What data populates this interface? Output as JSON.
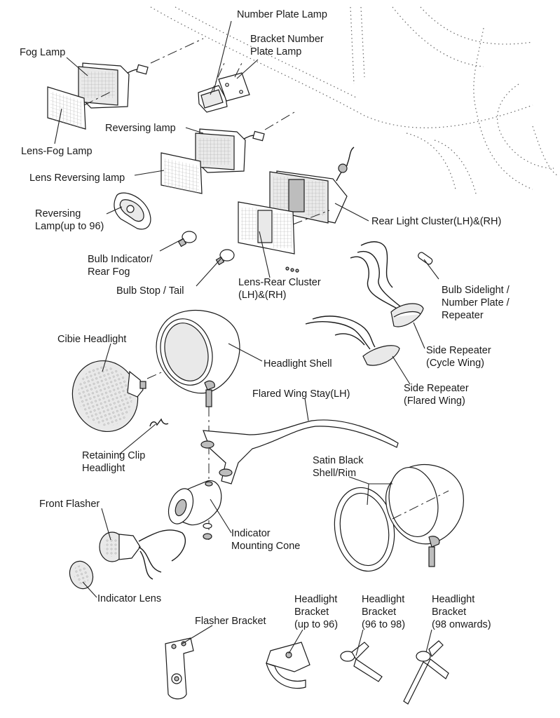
{
  "labels": {
    "number_plate_lamp": "Number Plate Lamp",
    "bracket_number_plate_lamp": "Bracket Number\nPlate Lamp",
    "fog_lamp": "Fog Lamp",
    "reversing_lamp": "Reversing lamp",
    "lens_fog_lamp": "Lens-Fog Lamp",
    "lens_reversing_lamp": "Lens Reversing lamp",
    "reversing_lamp_up_to_96": "Reversing\nLamp(up to 96)",
    "rear_light_cluster": "Rear Light Cluster(LH)&(RH)",
    "bulb_indicator_rear_fog": "Bulb Indicator/\nRear Fog",
    "bulb_stop_tail": "Bulb Stop / Tail",
    "lens_rear_cluster": "Lens-Rear Cluster\n(LH)&(RH)",
    "bulb_sidelight": "Bulb Sidelight /\nNumber Plate /\nRepeater",
    "cibie_headlight": "Cibie Headlight",
    "headlight_shell": "Headlight Shell",
    "side_repeater_cycle_wing": "Side Repeater\n(Cycle Wing)",
    "side_repeater_flared_wing": "Side Repeater\n(Flared Wing)",
    "flared_wing_stay": "Flared Wing Stay(LH)",
    "retaining_clip_headlight": "Retaining Clip\nHeadlight",
    "satin_black_shell_rim": "Satin Black\nShell/Rim",
    "front_flasher": "Front Flasher",
    "indicator_mounting_cone": "Indicator\nMounting Cone",
    "indicator_lens": "Indicator Lens",
    "headlight_bracket_up_to_96": "Headlight\nBracket\n(up to 96)",
    "headlight_bracket_96_to_98": "Headlight\nBracket\n(96 to 98)",
    "headlight_bracket_98_onwards": "Headlight\nBracket\n(98 onwards)",
    "flasher_bracket": "Flasher Bracket"
  }
}
